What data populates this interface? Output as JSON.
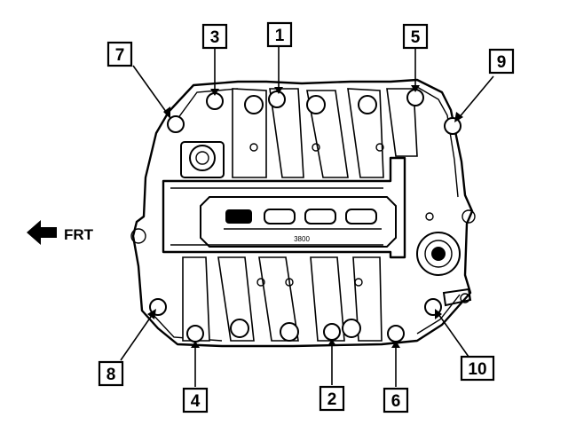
{
  "diagram": {
    "direction_label": "FRT",
    "plenum_badge": "3800",
    "callouts": [
      {
        "id": "callout-1",
        "number": "1"
      },
      {
        "id": "callout-2",
        "number": "2"
      },
      {
        "id": "callout-3",
        "number": "3"
      },
      {
        "id": "callout-4",
        "number": "4"
      },
      {
        "id": "callout-5",
        "number": "5"
      },
      {
        "id": "callout-6",
        "number": "6"
      },
      {
        "id": "callout-7",
        "number": "7"
      },
      {
        "id": "callout-8",
        "number": "8"
      },
      {
        "id": "callout-9",
        "number": "9"
      },
      {
        "id": "callout-10",
        "number": "10"
      }
    ],
    "colors": {
      "ink": "#000000",
      "paper": "#ffffff"
    }
  }
}
